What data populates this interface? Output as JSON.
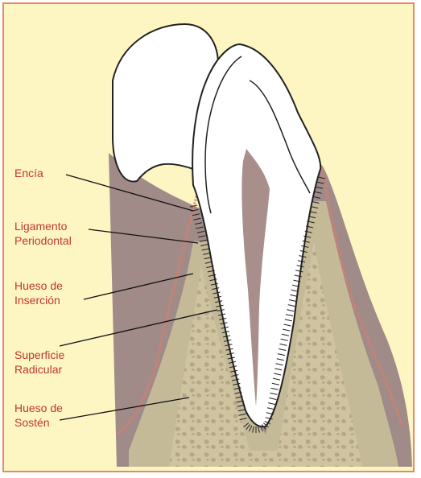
{
  "labels": {
    "encia": "Encía",
    "ligamento_line1": "Ligamento",
    "ligamento_line2": "Periodontal",
    "hueso_insercion_line1": "Hueso de",
    "hueso_insercion_line2": "Inserción",
    "superficie_line1": "Superficie",
    "superficie_line2": "Radicular",
    "hueso_sosten_line1": "Hueso de",
    "hueso_sosten_line2": "Sostén"
  },
  "colors": {
    "background": "#fdf5c2",
    "border": "#e58a6a",
    "label_text": "#c0392b",
    "gum_tissue": "#a08b89",
    "bone_tissue": "#c9bf9a",
    "spongy_bone": "#bcae8c",
    "tooth_enamel": "#ffffff",
    "pulp": "#a98f8c",
    "gingival_edge": "#e07b66"
  }
}
